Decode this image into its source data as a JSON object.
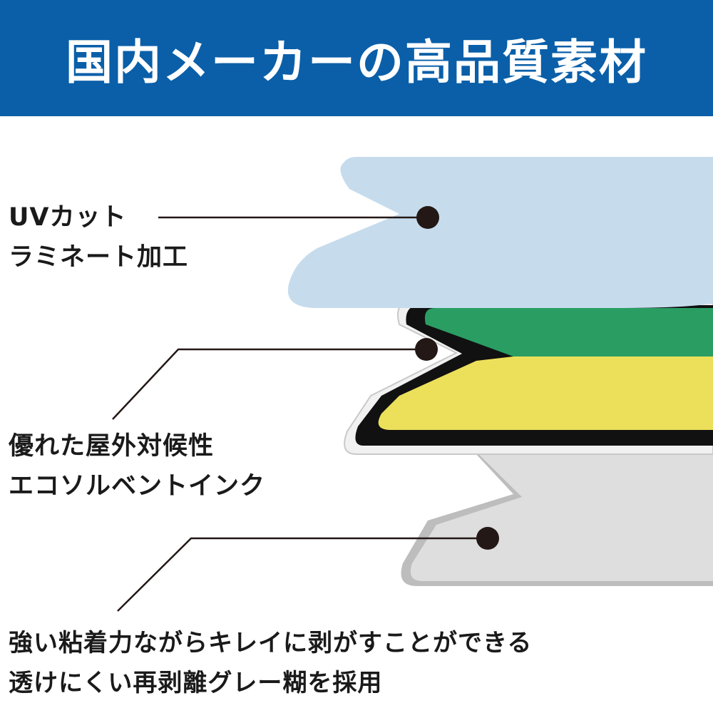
{
  "header": {
    "title": "国内メーカーの高品質素材",
    "background_color": "#0a5fa8"
  },
  "layers": [
    {
      "name": "laminate",
      "label_lines": [
        "UVカット",
        "ラミネート加工"
      ],
      "color": "#c6dced"
    },
    {
      "name": "ink",
      "label_lines": [
        "優れた屋外対候性",
        "エコソルベントインク"
      ],
      "colors": {
        "green": "#2a9d63",
        "yellow": "#ece05a",
        "border": "#111111"
      }
    },
    {
      "name": "adhesive",
      "label_lines": [
        "強い粘着力ながらキレイに剥がすことができる",
        "透けにくい再剥離グレー糊を採用"
      ],
      "color": "#dedede"
    }
  ]
}
